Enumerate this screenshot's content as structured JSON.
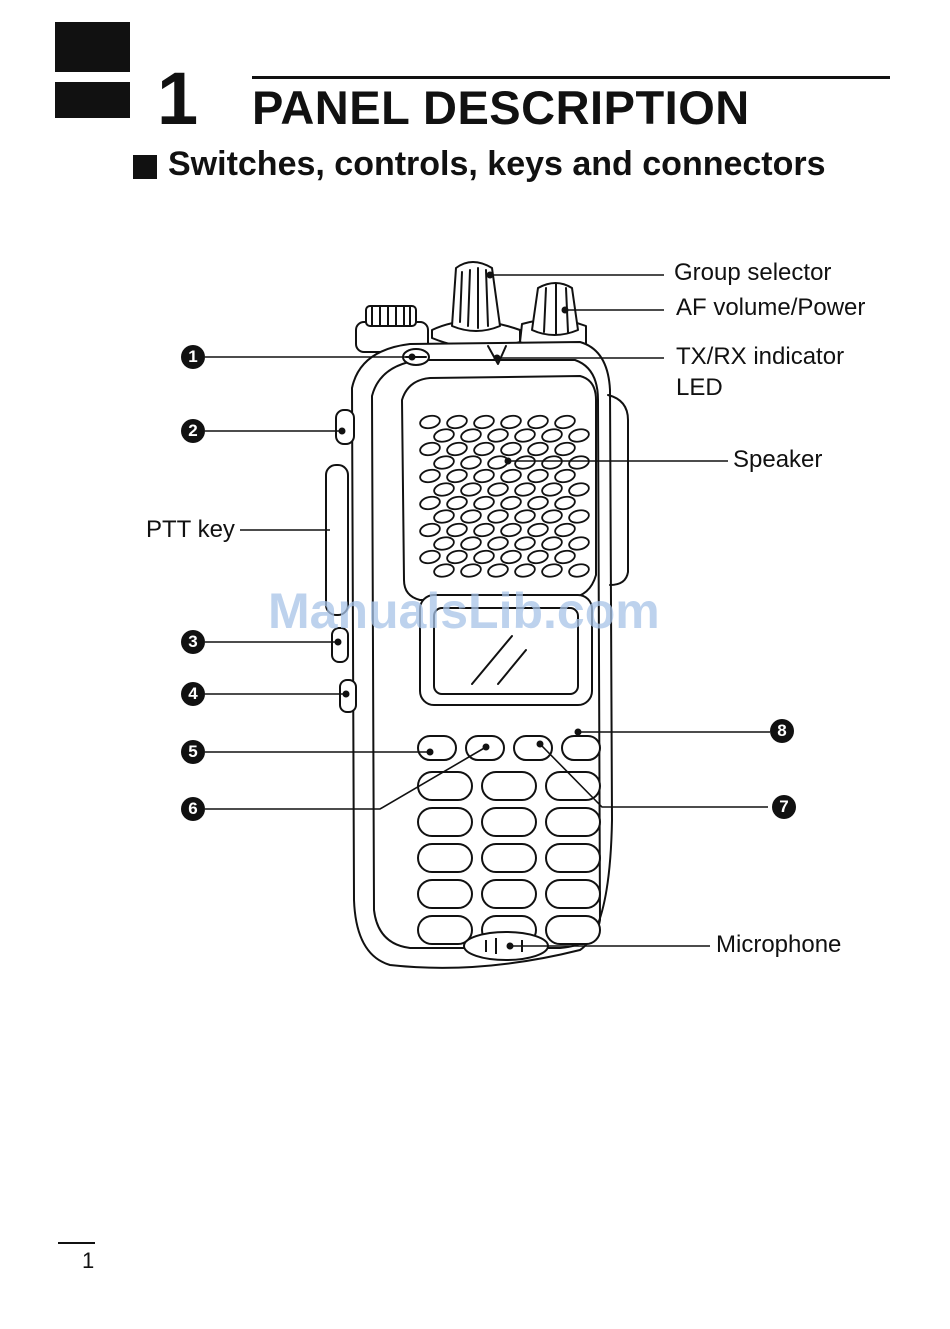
{
  "header": {
    "chapter_number": "1",
    "title": "PANEL DESCRIPTION",
    "section_heading": "Switches, controls, keys and connectors"
  },
  "callouts": {
    "group_selector": "Group selector",
    "af_volume_power": "AF volume/Power",
    "txrx_indicator_line1": "TX/RX indicator",
    "txrx_indicator_line2": "LED",
    "speaker": "Speaker",
    "ptt_key": "PTT key",
    "microphone": "Microphone"
  },
  "badges": {
    "b1": "1",
    "b2": "2",
    "b3": "3",
    "b4": "4",
    "b5": "5",
    "b6": "6",
    "b7": "7",
    "b8": "8"
  },
  "watermark": "ManualsLib.com",
  "footer": {
    "page_number": "1"
  }
}
